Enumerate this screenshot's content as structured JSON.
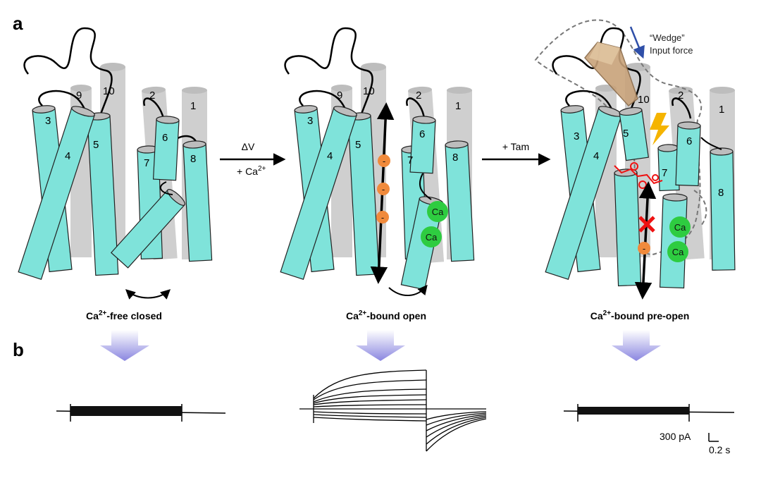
{
  "panels": {
    "a": "a",
    "b": "b"
  },
  "helix_numbers": [
    "1",
    "2",
    "3",
    "4",
    "5",
    "6",
    "7",
    "8",
    "9",
    "10"
  ],
  "states": {
    "closed": {
      "label_main": "Ca",
      "label_sup": "2+",
      "label_rest": "-free closed"
    },
    "open": {
      "label_main": "Ca",
      "label_sup": "2+",
      "label_rest": "-bound open"
    },
    "preopen": {
      "label_main": "Ca",
      "label_sup": "2+",
      "label_rest": "-bound pre-open"
    }
  },
  "transitions": {
    "first": {
      "top": "ΔV",
      "bottom_main": "+ Ca",
      "bottom_sup": "2+"
    },
    "second": {
      "top": "+ Tam"
    }
  },
  "ion_label": "Ca",
  "charge_symbol": "-",
  "wedge": {
    "line1": "“Wedge”",
    "line2": "Input force"
  },
  "scale_bar": {
    "current": "300 pA",
    "time": "0.2 s"
  },
  "colors": {
    "helix": "#7fe3da",
    "background_helix": "#cfcfcf",
    "calcium": "#2ecc40",
    "charge": "#f08a3c",
    "block": "#ee1111",
    "wedge_arrow": "#2f4fa8",
    "lightning": "#f5b400",
    "down_arrow": "#8a86e0"
  },
  "icons": [
    "lightning-icon",
    "block-x-icon",
    "down-arrow-icon",
    "curved-double-arrow-icon"
  ]
}
